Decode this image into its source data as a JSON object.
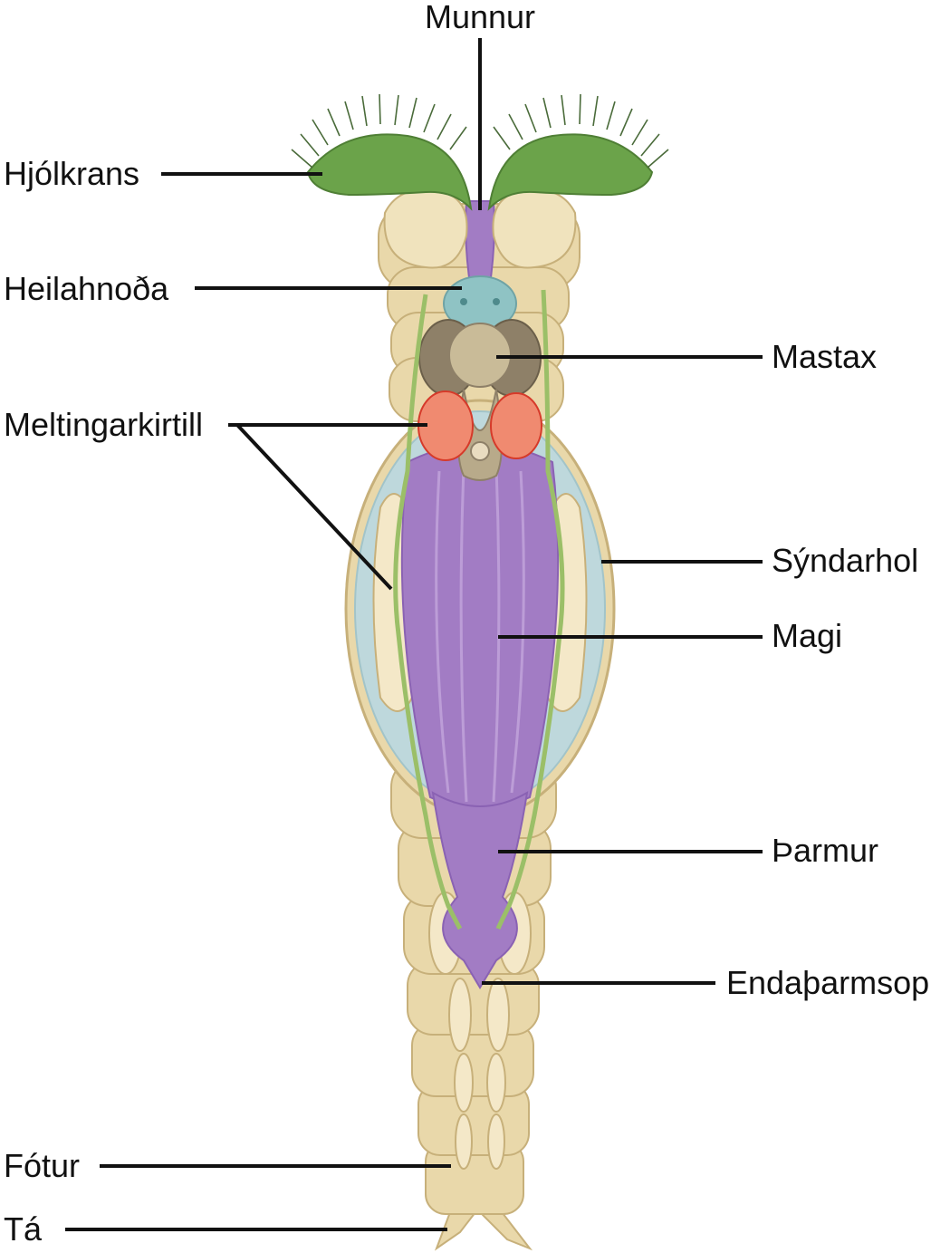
{
  "labels": {
    "munnur": "Munnur",
    "hjolkrans": "Hjólkrans",
    "heilahnoda": "Heilahnoða",
    "mastax": "Mastax",
    "meltingarkirtill": "Meltingarkirtill",
    "syndarhol": "Sýndarhol",
    "magi": "Magi",
    "tharmur": "Þarmur",
    "endatharmsop": "Endaþarmsop",
    "fotur": "Fótur",
    "ta": "Tá"
  },
  "colors": {
    "body": "#e9d8aa",
    "body_outline": "#c7b07a",
    "pseudocoel": "#bcd9df",
    "gut": "#a27cc4",
    "gut_dark": "#8a62b3",
    "corona": "#6ba34a",
    "cilia": "#4a6b3a",
    "brain": "#8fc3c4",
    "mastax": "#b8aa8a",
    "gland": "#f08a70",
    "nerve": "#9bbf68"
  }
}
